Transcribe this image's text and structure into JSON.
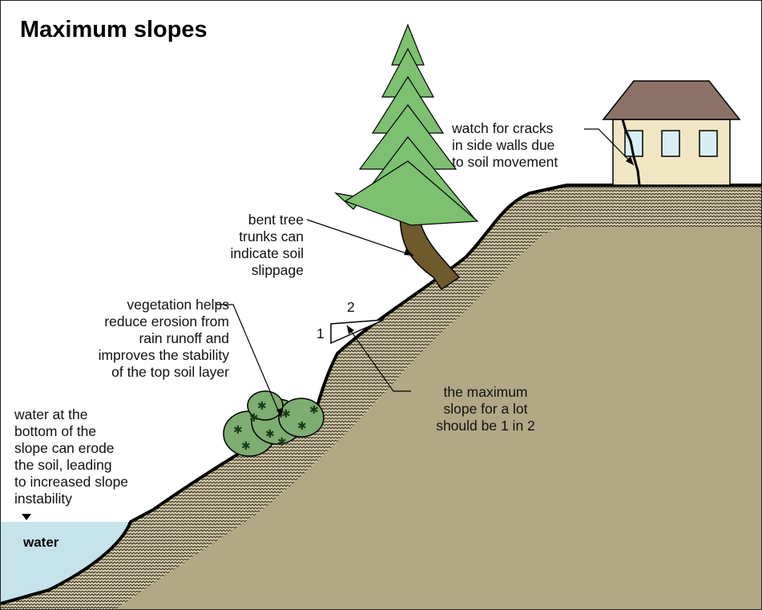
{
  "title": "Maximum slopes",
  "labels": {
    "cracks": [
      "watch for  cracks",
      "in side walls due",
      "to soil movement"
    ],
    "bent_tree": [
      "bent tree",
      "trunks can",
      "indicate soil",
      "slippage"
    ],
    "vegetation": [
      "vegetation helps",
      "reduce erosion from",
      "rain runoff and",
      "improves the stability",
      "of the top  soil layer"
    ],
    "water_erosion": [
      "water at the",
      "bottom of the",
      "slope can erode",
      "the soil, leading",
      "to increased slope",
      "instability"
    ],
    "max_slope": [
      "the maximum",
      "slope for a lot",
      "should be 1 in 2"
    ],
    "water": "water",
    "ratio_run": "2",
    "ratio_rise": "1"
  },
  "colors": {
    "soil": "#b3a886",
    "topsoil_hatch": "#3a3220",
    "water": "#c6e3ec",
    "tree_foliage": "#7cc070",
    "tree_trunk": "#6e5a2a",
    "shrub": "#7dad70",
    "house_wall": "#f0e6c4",
    "house_roof": "#8c7266",
    "window": "#d9eef4"
  }
}
